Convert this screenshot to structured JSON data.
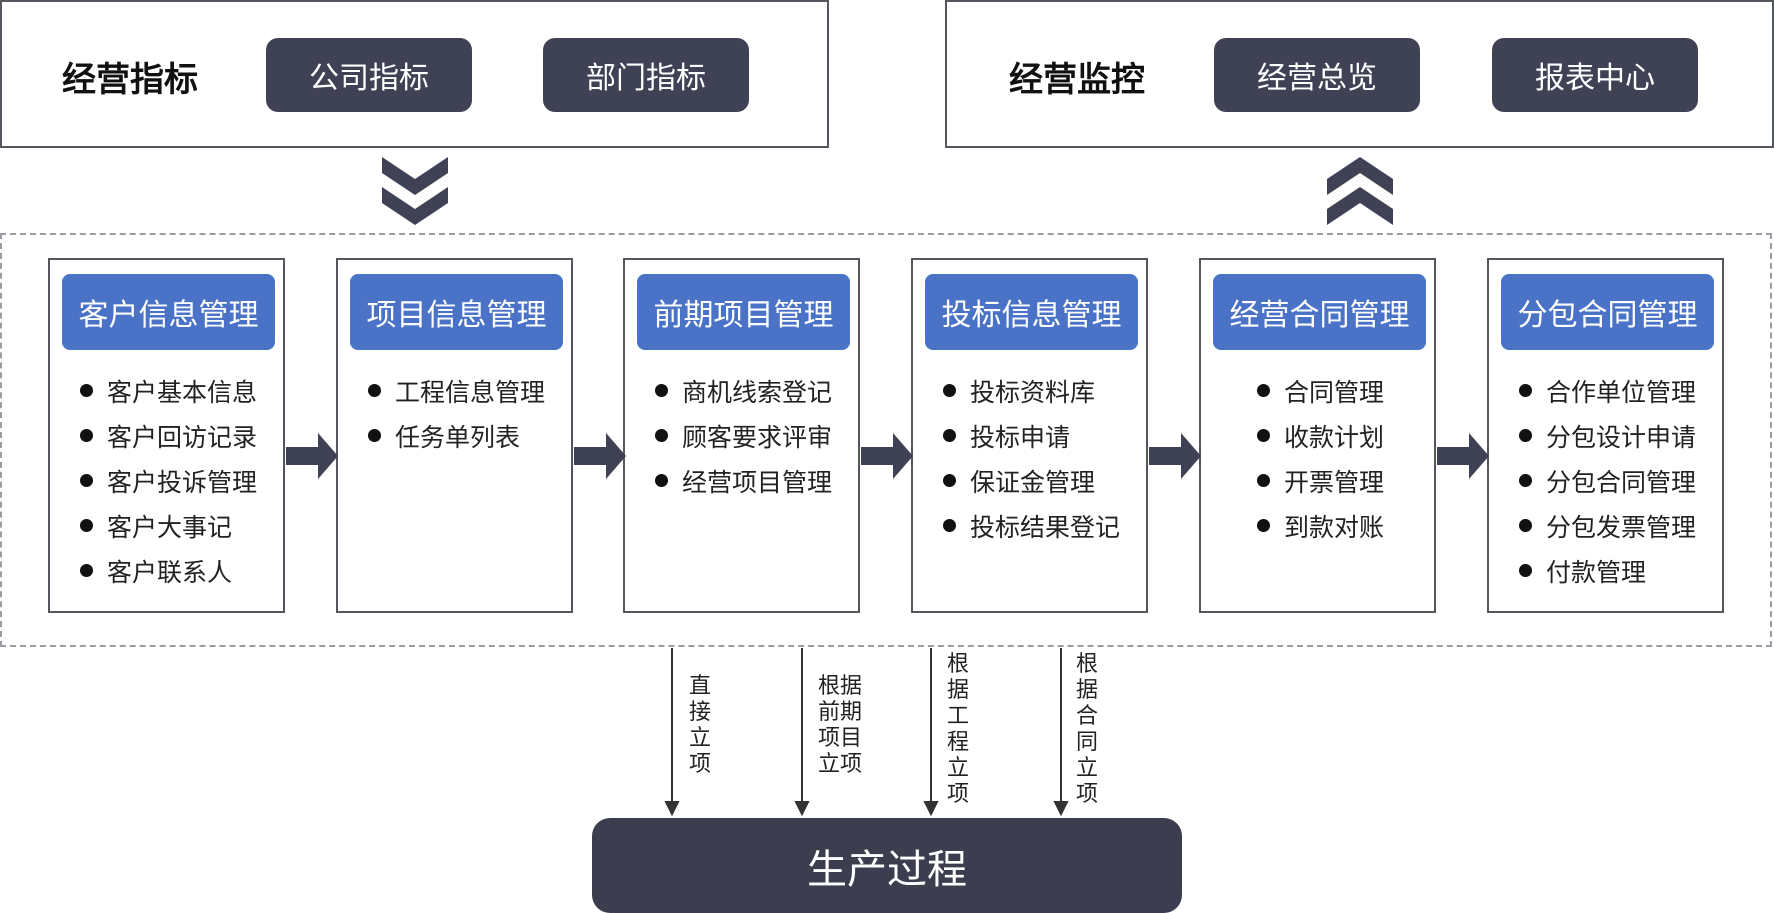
{
  "top_left": {
    "title": "经营指标",
    "buttons": [
      "公司指标",
      "部门指标"
    ]
  },
  "top_right": {
    "title": "经营监控",
    "buttons": [
      "经营总览",
      "报表中心"
    ]
  },
  "modules": [
    {
      "title": "客户信息管理",
      "items": [
        "客户基本信息",
        "客户回访记录",
        "客户投诉管理",
        "客户大事记",
        "客户联系人"
      ]
    },
    {
      "title": "项目信息管理",
      "items": [
        "工程信息管理",
        "任务单列表"
      ]
    },
    {
      "title": "前期项目管理",
      "items": [
        "商机线索登记",
        "顾客要求评审",
        "经营项目管理"
      ]
    },
    {
      "title": "投标信息管理",
      "items": [
        "投标资料库",
        "投标申请",
        "保证金管理",
        "投标结果登记"
      ]
    },
    {
      "title": "经营合同管理",
      "items": [
        "合同管理",
        "收款计划",
        "开票管理",
        "到款对账"
      ]
    },
    {
      "title": "分包合同管理",
      "items": [
        "合作单位管理",
        "分包设计申请",
        "分包合同管理",
        "分包发票管理",
        "付款管理"
      ]
    }
  ],
  "flow_labels": [
    "直接立项",
    "根据前期项目立项",
    "根据工程立项",
    "根据合同立项"
  ],
  "production": "生产过程",
  "colors": {
    "dark_button": "#3f4254",
    "module_header": "#4a73c8",
    "arrow": "#3f4254",
    "production": "#3c3e4f"
  }
}
